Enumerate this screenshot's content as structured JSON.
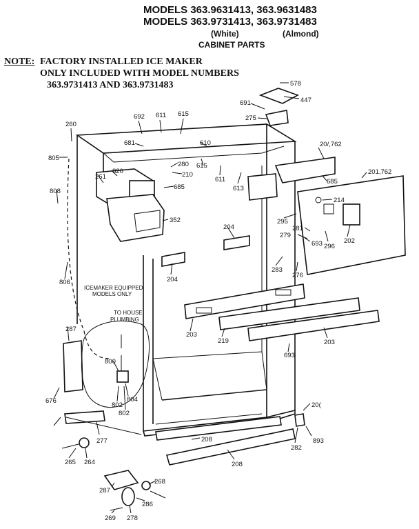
{
  "header": {
    "models_line1": "MODELS 363.9631413, 363.9631483",
    "models_line2": "MODELS 363.9731413, 363.9731483",
    "color_white": "(White)",
    "color_almond": "(Almond)",
    "section_title": "CABINET PARTS"
  },
  "note": {
    "label": "NOTE:",
    "line1": "FACTORY INSTALLED ICE MAKER",
    "line2": "ONLY INCLUDED WITH MODEL NUMBERS",
    "line3": "363.9731413 AND 363.9731483"
  },
  "annotations": {
    "icemaker_line1": "ICEMAKER EQUIPPED",
    "icemaker_line2": "MODELS ONLY",
    "plumbing_line1": "TO HOUSE",
    "plumbing_line2": "PLUMBING"
  },
  "part_labels": {
    "p578": "578",
    "p447": "447",
    "p691": "691",
    "p275": "275",
    "p692": "692",
    "p611a": "611",
    "p615a": "615",
    "p260": "260",
    "p681": "681",
    "p610": "610",
    "p20762a": "20/,762",
    "p805": "805",
    "p280": "280",
    "p615b": "615",
    "p820": "820",
    "p210": "210",
    "p611b": "611",
    "p613": "613",
    "p201762": "201,762",
    "p261": "261",
    "p685a": "685",
    "p685b": "685",
    "p808": "808",
    "p214": "214",
    "p295": "295",
    "p352": "352",
    "p281": "281",
    "p204a": "204",
    "p279": "279",
    "p693a": "693",
    "p296": "296",
    "p202": "202",
    "p204b": "204",
    "p283": "283",
    "p276": "276",
    "p806": "806",
    "p203a": "203",
    "p219": "219",
    "p203b": "203",
    "p287": "287",
    "p693b": "693",
    "p800": "800",
    "p804": "804",
    "p676": "676",
    "p802a": "802",
    "p802b": "802",
    "p277": "277",
    "p200": "20(",
    "p893": "893",
    "p282": "282",
    "p208a": "208",
    "p265": "265",
    "p264": "264",
    "p208b": "208",
    "p287b": "287",
    "p268a": "268",
    "p286": "286",
    "p269": "269",
    "p278": "278"
  }
}
